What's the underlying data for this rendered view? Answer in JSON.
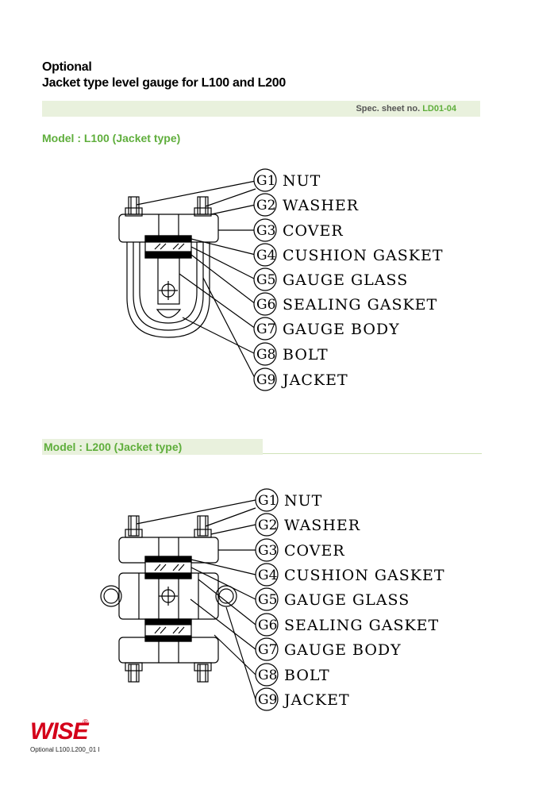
{
  "header": {
    "line1": "Optional",
    "line2": "Jacket type level gauge for L100 and L200"
  },
  "spec": {
    "prefix": "Spec. sheet no.",
    "code": "LD01-04"
  },
  "model1": {
    "title": "Model : L100 (Jacket type)",
    "parts": [
      {
        "id": "G1",
        "name": "NUT"
      },
      {
        "id": "G2",
        "name": "WASHER"
      },
      {
        "id": "G3",
        "name": "COVER"
      },
      {
        "id": "G4",
        "name": "CUSHION  GASKET"
      },
      {
        "id": "G5",
        "name": "GAUGE  GLASS"
      },
      {
        "id": "G6",
        "name": "SEALING  GASKET"
      },
      {
        "id": "G7",
        "name": "GAUGE  BODY"
      },
      {
        "id": "G8",
        "name": "BOLT"
      },
      {
        "id": "G9",
        "name": "JACKET"
      }
    ]
  },
  "model2": {
    "title": "Model : L200 (Jacket type)",
    "parts": [
      {
        "id": "G1",
        "name": "NUT"
      },
      {
        "id": "G2",
        "name": "WASHER"
      },
      {
        "id": "G3",
        "name": "COVER"
      },
      {
        "id": "G4",
        "name": "CUSHION  GASKET"
      },
      {
        "id": "G5",
        "name": "GAUGE  GLASS"
      },
      {
        "id": "G6",
        "name": "SEALING  GASKET"
      },
      {
        "id": "G7",
        "name": "GAUGE  BODY"
      },
      {
        "id": "G8",
        "name": "BOLT"
      },
      {
        "id": "G9",
        "name": "JACKET"
      }
    ]
  },
  "footer": {
    "logo": "WISE",
    "registered": "®",
    "doc_id": "Optional L100.L200_01",
    "page_mark": "I"
  },
  "colors": {
    "accent_green": "#5fae3c",
    "bar_green": "#e9f1dd",
    "logo_red": "#d4001a"
  }
}
